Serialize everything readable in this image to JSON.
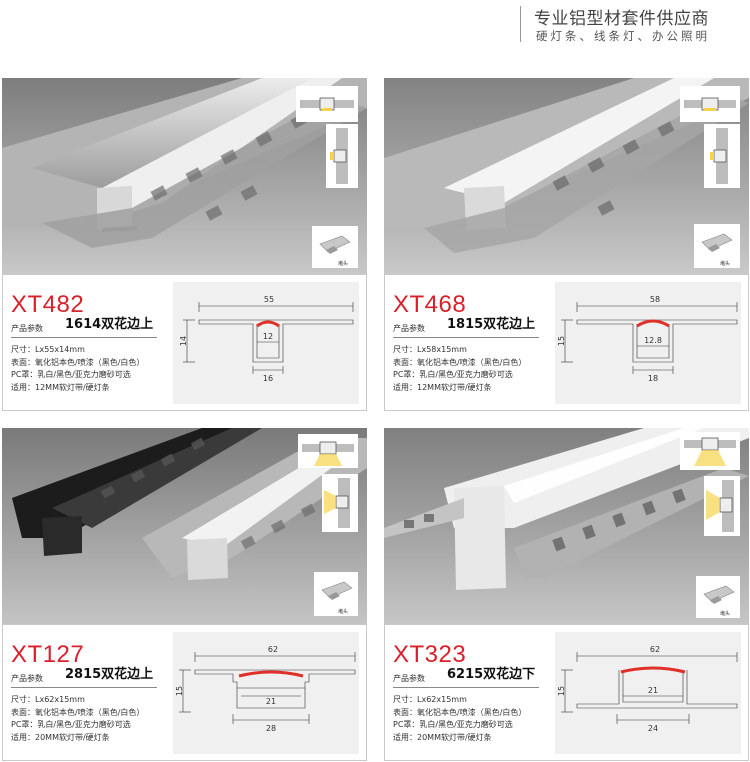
{
  "header": {
    "title": "专业铝型材套件供应商",
    "subtitle": "硬灯条、线条灯、办公照明"
  },
  "spec_labels": {
    "params": "产品参数",
    "thumb_caption": "堵头"
  },
  "colors": {
    "model_red": "#d9202a",
    "diagram_bg": "#f0f0f0",
    "led_red": "#e0302a"
  },
  "products": [
    {
      "model": "XT482",
      "name": "1614双花边上",
      "size": "尺寸：Lx55x14mm",
      "surface": "表面：氧化铝本色/喷漆（黑色/白色）",
      "pc": "PC罩：乳白/黑色/亚克力磨砂可选",
      "use": "适用：12MM软灯带/硬灯条",
      "dims": {
        "total": "55",
        "height": "14",
        "inner": "12",
        "outer": "16"
      }
    },
    {
      "model": "XT468",
      "name": "1815双花边上",
      "size": "尺寸：Lx58x15mm",
      "surface": "表面：氧化铝本色/喷漆（黑色/白色）",
      "pc": "PC罩：乳白/黑色/亚克力磨砂可选",
      "use": "适用：12MM软灯带/硬灯条",
      "dims": {
        "total": "58",
        "height": "15",
        "inner": "12.8",
        "outer": "18"
      }
    },
    {
      "model": "XT127",
      "name": "2815双花边上",
      "size": "尺寸：Lx62x15mm",
      "surface": "表面：氧化铝本色/喷漆（黑色/白色）",
      "pc": "PC罩：乳白/黑色/亚克力磨砂可选",
      "use": "适用：20MM软灯带/硬灯条",
      "dims": {
        "total": "62",
        "height": "15",
        "inner": "21",
        "outer": "28"
      }
    },
    {
      "model": "XT323",
      "name": "6215双花边下",
      "size": "尺寸：Lx62x15mm",
      "surface": "表面：氧化铝本色/喷漆（黑色/白色）",
      "pc": "PC罩：乳白/黑色/亚克力磨砂可选",
      "use": "适用：20MM软灯带/硬灯条",
      "dims": {
        "total": "62",
        "height": "15",
        "inner": "21",
        "outer": "24"
      }
    }
  ]
}
